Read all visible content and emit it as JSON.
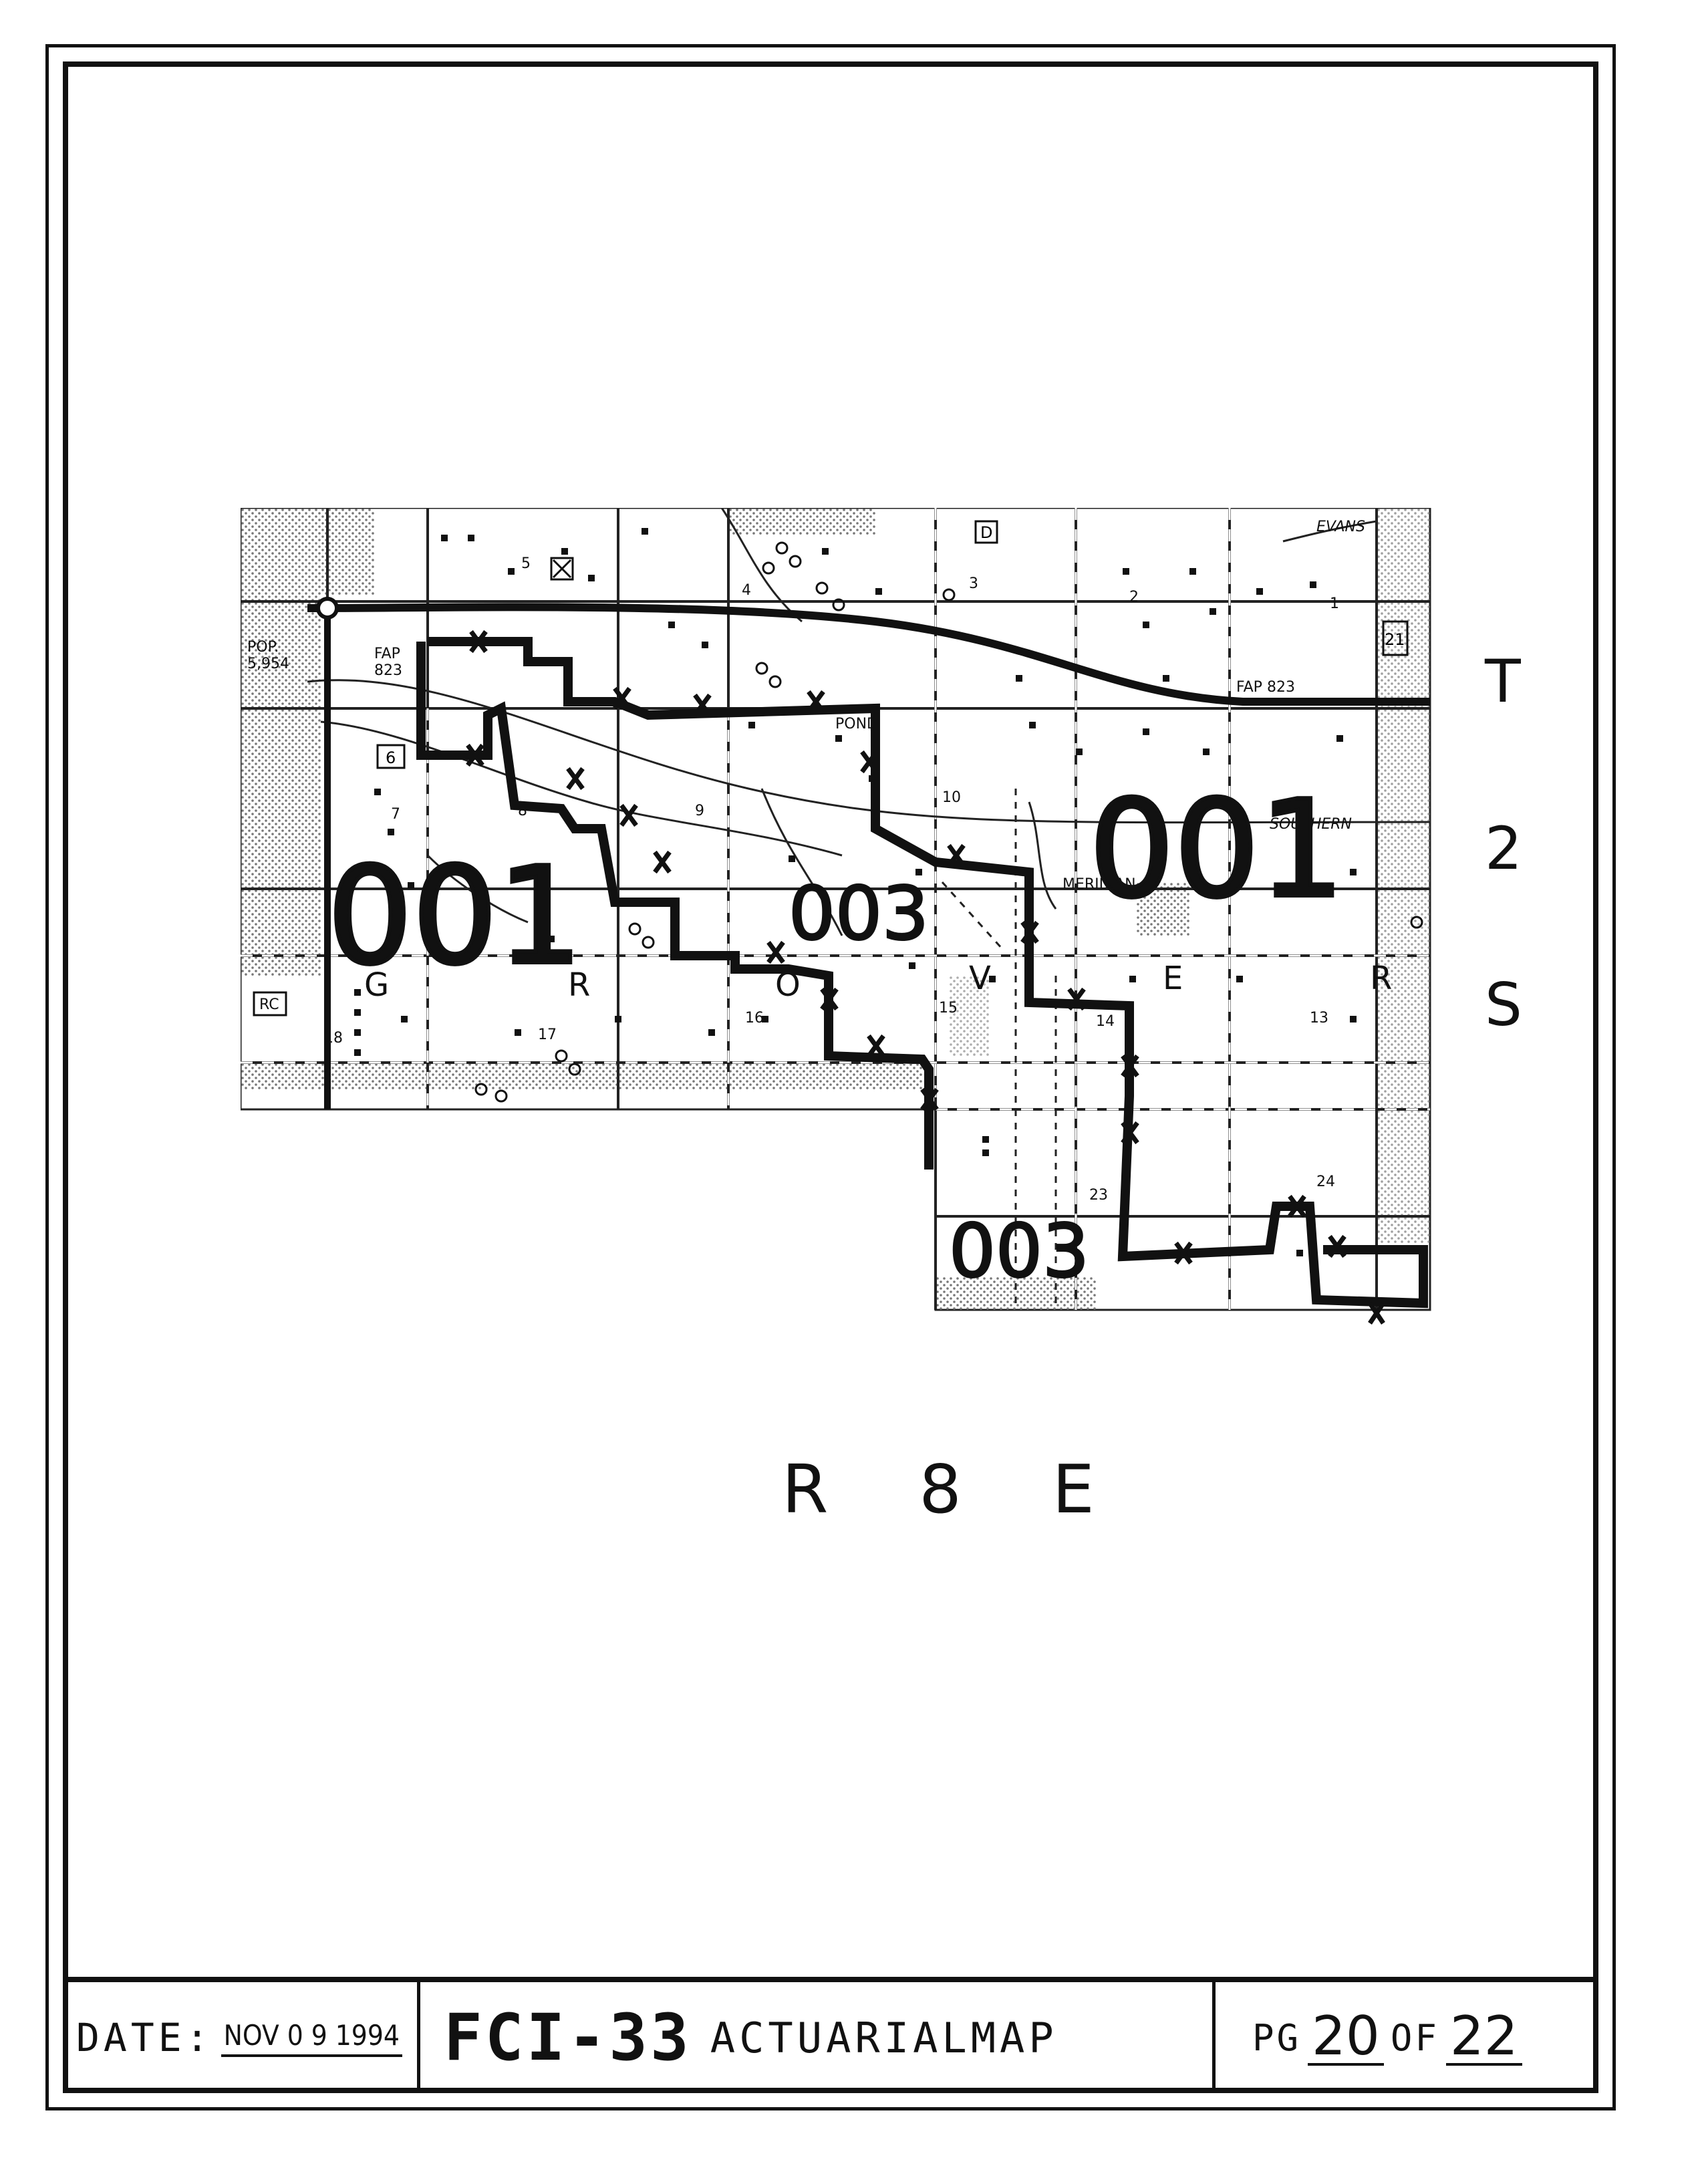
{
  "township": {
    "t": "T",
    "n": "2",
    "s": "S"
  },
  "range": "R 8 E",
  "title_block": {
    "date_label": "DATE:",
    "date_value": "NOV 0 9 1994",
    "form_id": "FCI-33",
    "form_title": "ACTUARIALMAP",
    "page_label": "PG",
    "page_number": "20",
    "page_of": "OF",
    "page_total": "22"
  },
  "map": {
    "zone_labels": [
      "001",
      "001",
      "003",
      "003"
    ],
    "township_name_letters": [
      "G",
      "R",
      "O",
      "V",
      "E",
      "R"
    ],
    "place_labels": [
      "POP.",
      "5,954",
      "FAP",
      "823",
      "FAP 823",
      "EVANS",
      "SOUTHERN",
      "MERIDIAN",
      "POND",
      "RC"
    ],
    "route_shields": [
      "6",
      "21",
      "D"
    ],
    "section_numbers": [
      "1",
      "2",
      "3",
      "4",
      "5",
      "7",
      "8",
      "9",
      "10",
      "13",
      "14",
      "15",
      "16",
      "17",
      "18",
      "23",
      "24"
    ]
  },
  "colors": {
    "ink": "#111111",
    "paper": "#ffffff",
    "stipple": "#8a8a8a"
  }
}
